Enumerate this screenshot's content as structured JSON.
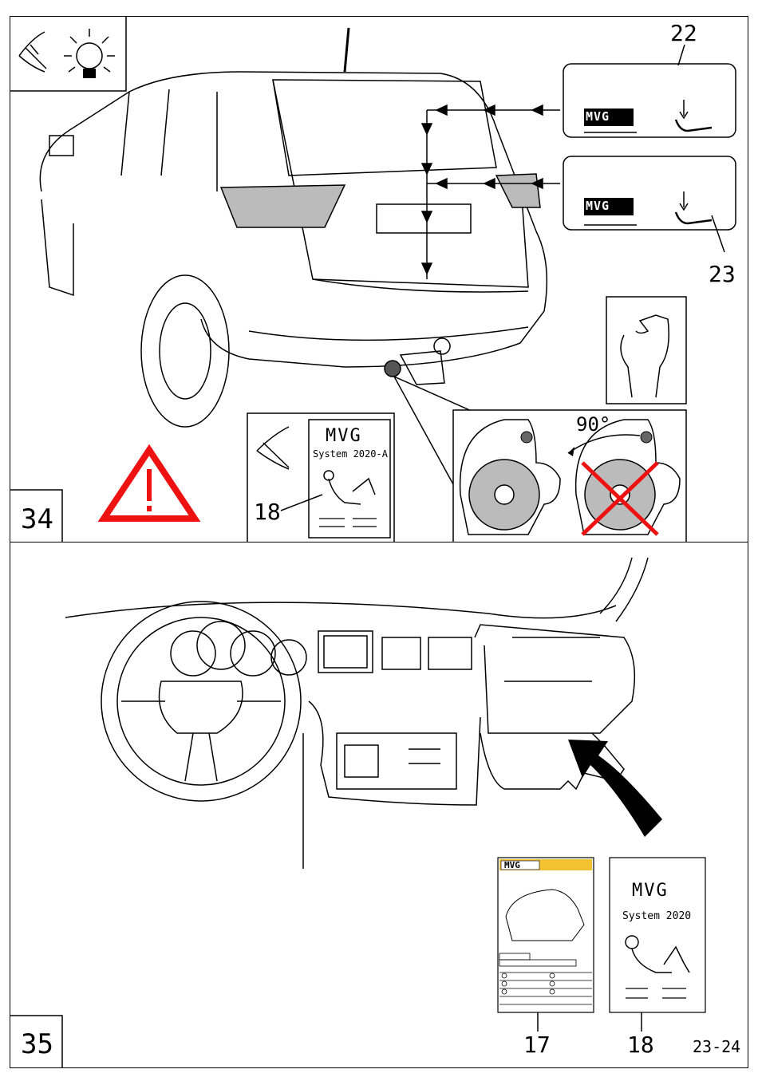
{
  "step34": {
    "number": "34",
    "callouts": {
      "top": "22",
      "bottom": "23",
      "manual": "18"
    },
    "brand": "MVG",
    "manual_title": "System 2020-A",
    "rotation": "90°"
  },
  "step35": {
    "number": "35",
    "manual_17_brand": "MVG",
    "manual_18_brand": "MVG",
    "manual_18_title": "System 2020",
    "callouts": {
      "left": "17",
      "right": "18"
    }
  },
  "page_id": "23-24",
  "colors": {
    "warning": "#e11",
    "ink": "#000",
    "shade": "#bbb",
    "manual_band": "#f2c230"
  }
}
